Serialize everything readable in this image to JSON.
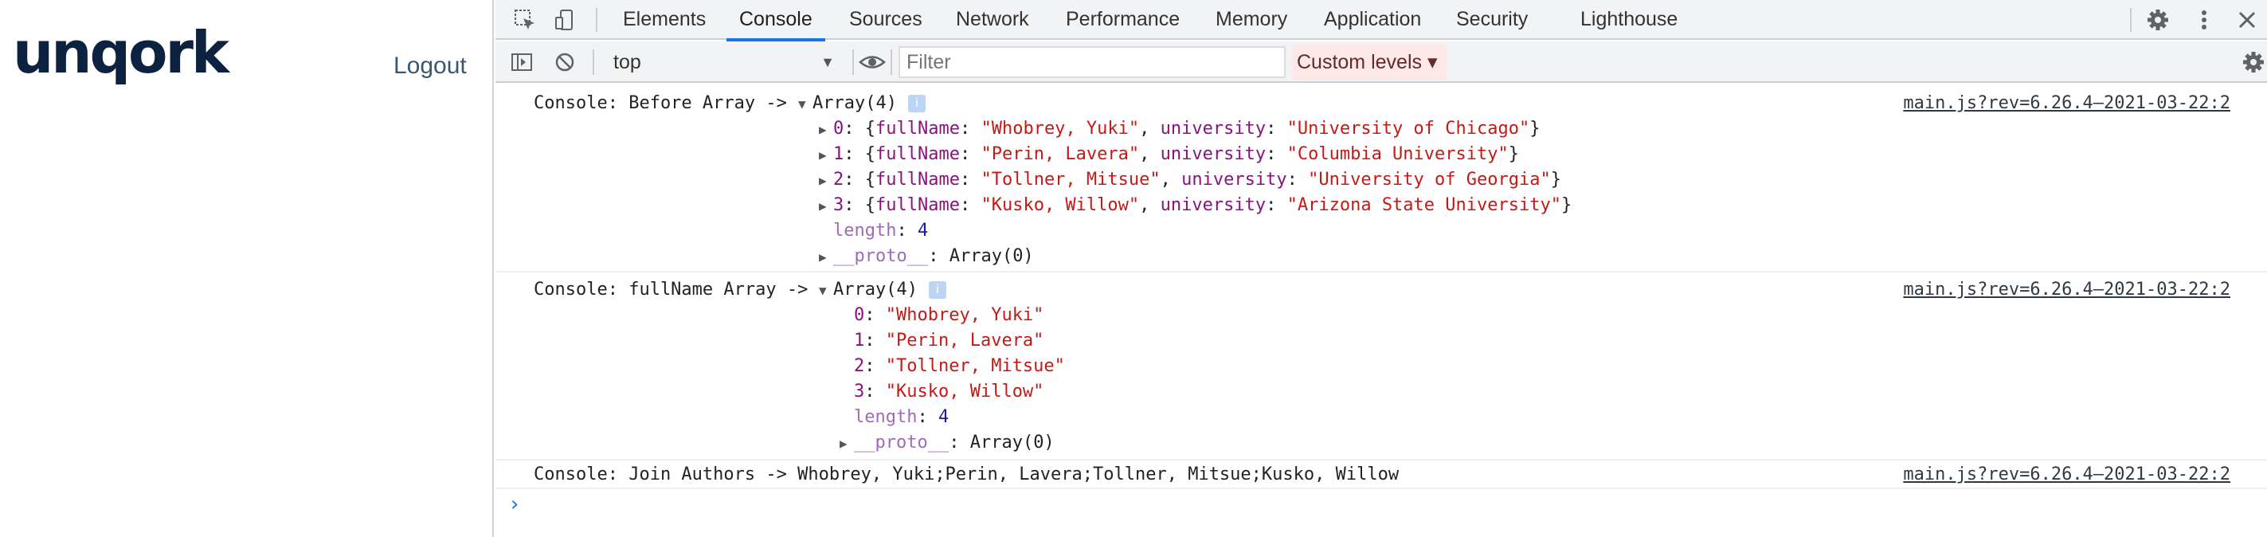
{
  "app": {
    "logo": "unqork",
    "logout_label": "Logout"
  },
  "devtools": {
    "tabs": [
      "Elements",
      "Console",
      "Sources",
      "Network",
      "Performance",
      "Memory",
      "Application",
      "Security",
      "Lighthouse"
    ],
    "active_tab": "Console",
    "toolbar": {
      "context": "top",
      "filter_placeholder": "Filter",
      "levels_label": "Custom levels ▾"
    },
    "accent_color": "#1a73e8"
  },
  "console": {
    "messages": [
      {
        "prefix": "Console: Before Array -> ",
        "array_label": "Array(4)",
        "source": "main.js?rev=6.26.4–2021-03-22:2",
        "items": [
          {
            "index": "0",
            "fullName": "\"Whobrey, Yuki\"",
            "university": "\"University of Chicago\""
          },
          {
            "index": "1",
            "fullName": "\"Perin, Lavera\"",
            "university": "\"Columbia University\""
          },
          {
            "index": "2",
            "fullName": "\"Tollner, Mitsue\"",
            "university": "\"University of Georgia\""
          },
          {
            "index": "3",
            "fullName": "\"Kusko, Willow\"",
            "university": "\"Arizona State University\""
          }
        ],
        "key_fullName": "fullName",
        "key_university": "university",
        "length_key": "length",
        "length_value": "4",
        "proto_key": "__proto__",
        "proto_value": "Array(0)"
      },
      {
        "prefix": "Console: fullName Array -> ",
        "array_label": "Array(4)",
        "source": "main.js?rev=6.26.4–2021-03-22:2",
        "items": [
          {
            "index": "0",
            "value": "\"Whobrey, Yuki\""
          },
          {
            "index": "1",
            "value": "\"Perin, Lavera\""
          },
          {
            "index": "2",
            "value": "\"Tollner, Mitsue\""
          },
          {
            "index": "3",
            "value": "\"Kusko, Willow\""
          }
        ],
        "length_key": "length",
        "length_value": "4",
        "proto_key": "__proto__",
        "proto_value": "Array(0)"
      },
      {
        "text": "Console: Join Authors -> Whobrey, Yuki;Perin, Lavera;Tollner, Mitsue;Kusko, Willow",
        "source": "main.js?rev=6.26.4–2021-03-22:2"
      }
    ],
    "prompt": "›"
  }
}
